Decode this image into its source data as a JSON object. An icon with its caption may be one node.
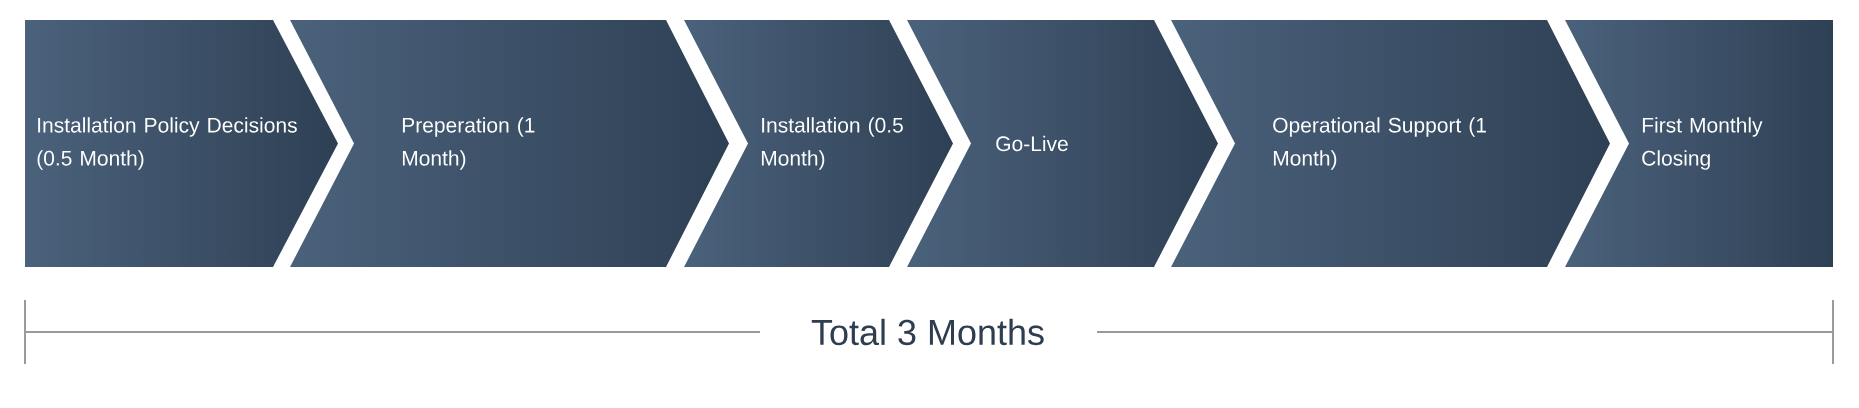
{
  "diagram": {
    "nodes": [
      {
        "text": [
          "Installation Policy Decisions (0.5 Month)"
        ]
      },
      {
        "text": [
          "Preperation (1 Month)"
        ]
      },
      {
        "text": [
          "Installation (0.5 Month)"
        ]
      },
      {
        "text": [
          "Go-Live"
        ]
      },
      {
        "text": [
          "Operational Support (1 Month)"
        ]
      },
      {
        "text": [
          "First Monthly Closing"
        ]
      }
    ],
    "edges": [],
    "labels": [
      "Total 3 Months"
    ]
  }
}
